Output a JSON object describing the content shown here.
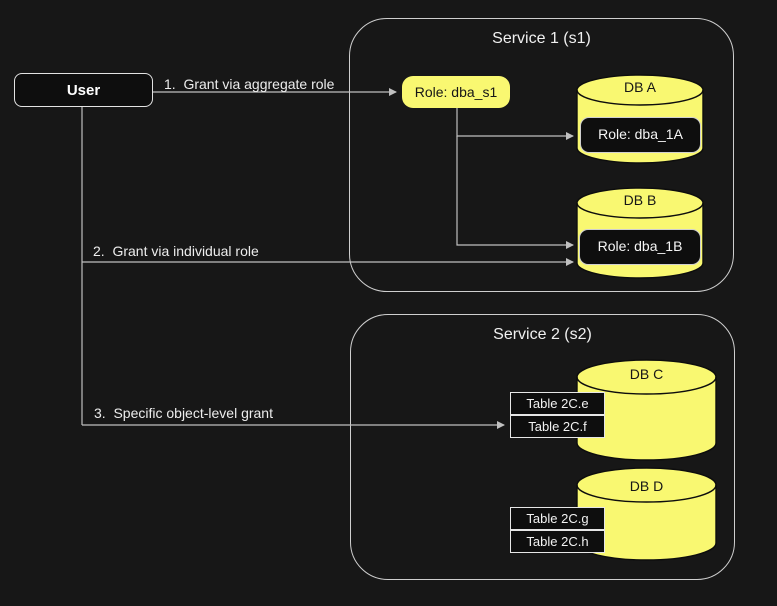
{
  "colors": {
    "background": "#171717",
    "node_fill": "#0e0e0e",
    "node_border": "#e3e3e3",
    "edge": "#c0c0c0",
    "db_yellow": "#f9f871",
    "dark_text": "#161616",
    "light_text": "#f2f2f2"
  },
  "user_node": {
    "label": "User"
  },
  "edge_labels": {
    "grant1": "1.  Grant via aggregate role",
    "grant2": "2.  Grant via individual role",
    "grant3": "3.  Specific object-level grant"
  },
  "service1": {
    "title": "Service 1 (s1)",
    "aggregate_role": "Role: dba_s1",
    "db_a": {
      "name": "DB A",
      "role": "Role: dba_1A"
    },
    "db_b": {
      "name": "DB B",
      "role": "Role: dba_1B"
    }
  },
  "service2": {
    "title": "Service 2 (s2)",
    "db_c": {
      "name": "DB C",
      "tables": [
        "Table 2C.e",
        "Table 2C.f"
      ]
    },
    "db_d": {
      "name": "DB D",
      "tables": [
        "Table 2C.g",
        "Table 2C.h"
      ]
    }
  }
}
